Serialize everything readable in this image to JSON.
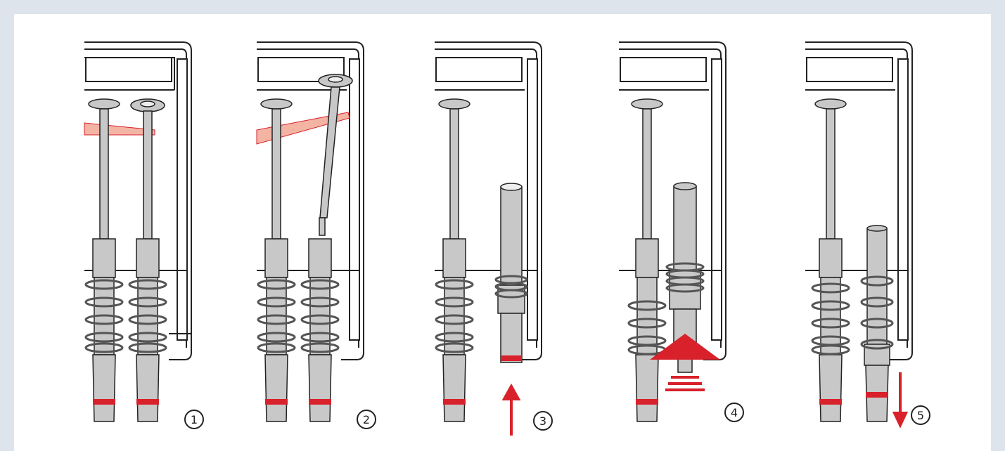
{
  "steps": [
    {
      "number": "1"
    },
    {
      "number": "2"
    },
    {
      "number": "3"
    },
    {
      "number": "4"
    },
    {
      "number": "5"
    }
  ],
  "colors": {
    "background": "#dde4eb",
    "housing_line": "#222222",
    "part_gray": "#c8c8c8",
    "part_dark": "#9a9a9a",
    "accent_red": "#d8212a",
    "tool_pink": "#f3b4a4"
  }
}
